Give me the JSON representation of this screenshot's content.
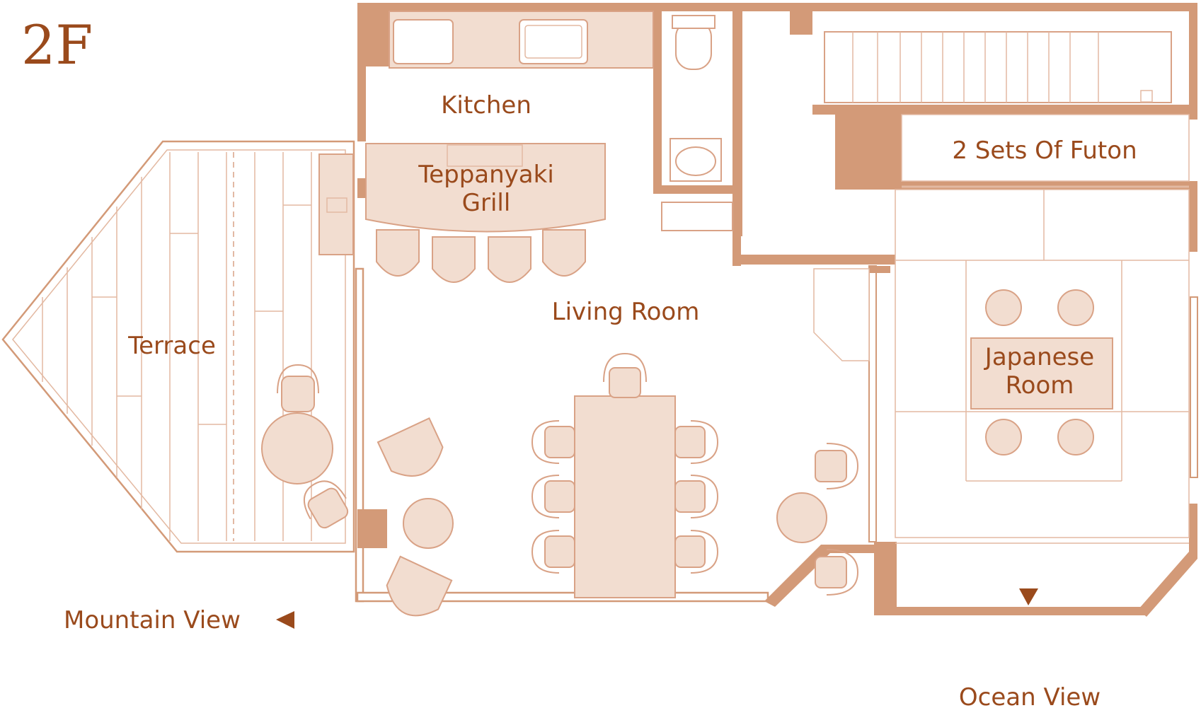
{
  "floor_label": "2F",
  "rooms": {
    "kitchen": "Kitchen",
    "grill_line1": "Teppanyaki",
    "grill_line2": "Grill",
    "living": "Living Room",
    "terrace": "Terrace",
    "futon": "2 Sets Of Futon",
    "japanese_line1": "Japanese",
    "japanese_line2": "Room"
  },
  "views": {
    "mountain": "Mountain View",
    "ocean": "Ocean View"
  },
  "colors": {
    "wall": "#d39a78",
    "furniture_fill": "#f2ddd0",
    "furniture_stroke": "#d9a286",
    "text": "#9a4a1c"
  }
}
